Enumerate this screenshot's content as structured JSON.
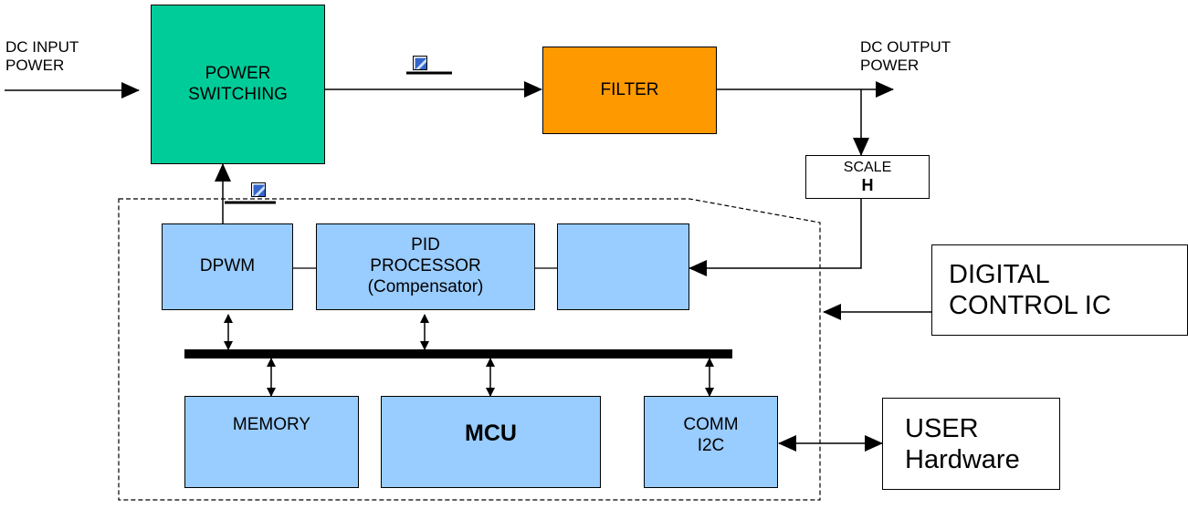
{
  "labels": {
    "dc_input": "DC INPUT\nPOWER",
    "dc_output": "DC OUTPUT\nPOWER"
  },
  "blocks": {
    "power_switching": "POWER\nSWITCHING",
    "filter": "FILTER",
    "scale_title": "SCALE",
    "scale_symbol": "H",
    "dpwm": "DPWM",
    "pid": "PID\nPROCESSOR\n(Compensator)",
    "adc": "",
    "memory": "MEMORY",
    "mcu": "MCU",
    "comm": "COMM\nI2C",
    "digital_control_ic": "DIGITAL\nCONTROL IC",
    "user_hardware": "USER\nHardware"
  },
  "colors": {
    "power_switching": "#00cc99",
    "filter": "#ff9900",
    "digital_blocks": "#99ccff"
  },
  "icons": {
    "signal": "signal-waveform-icon"
  }
}
